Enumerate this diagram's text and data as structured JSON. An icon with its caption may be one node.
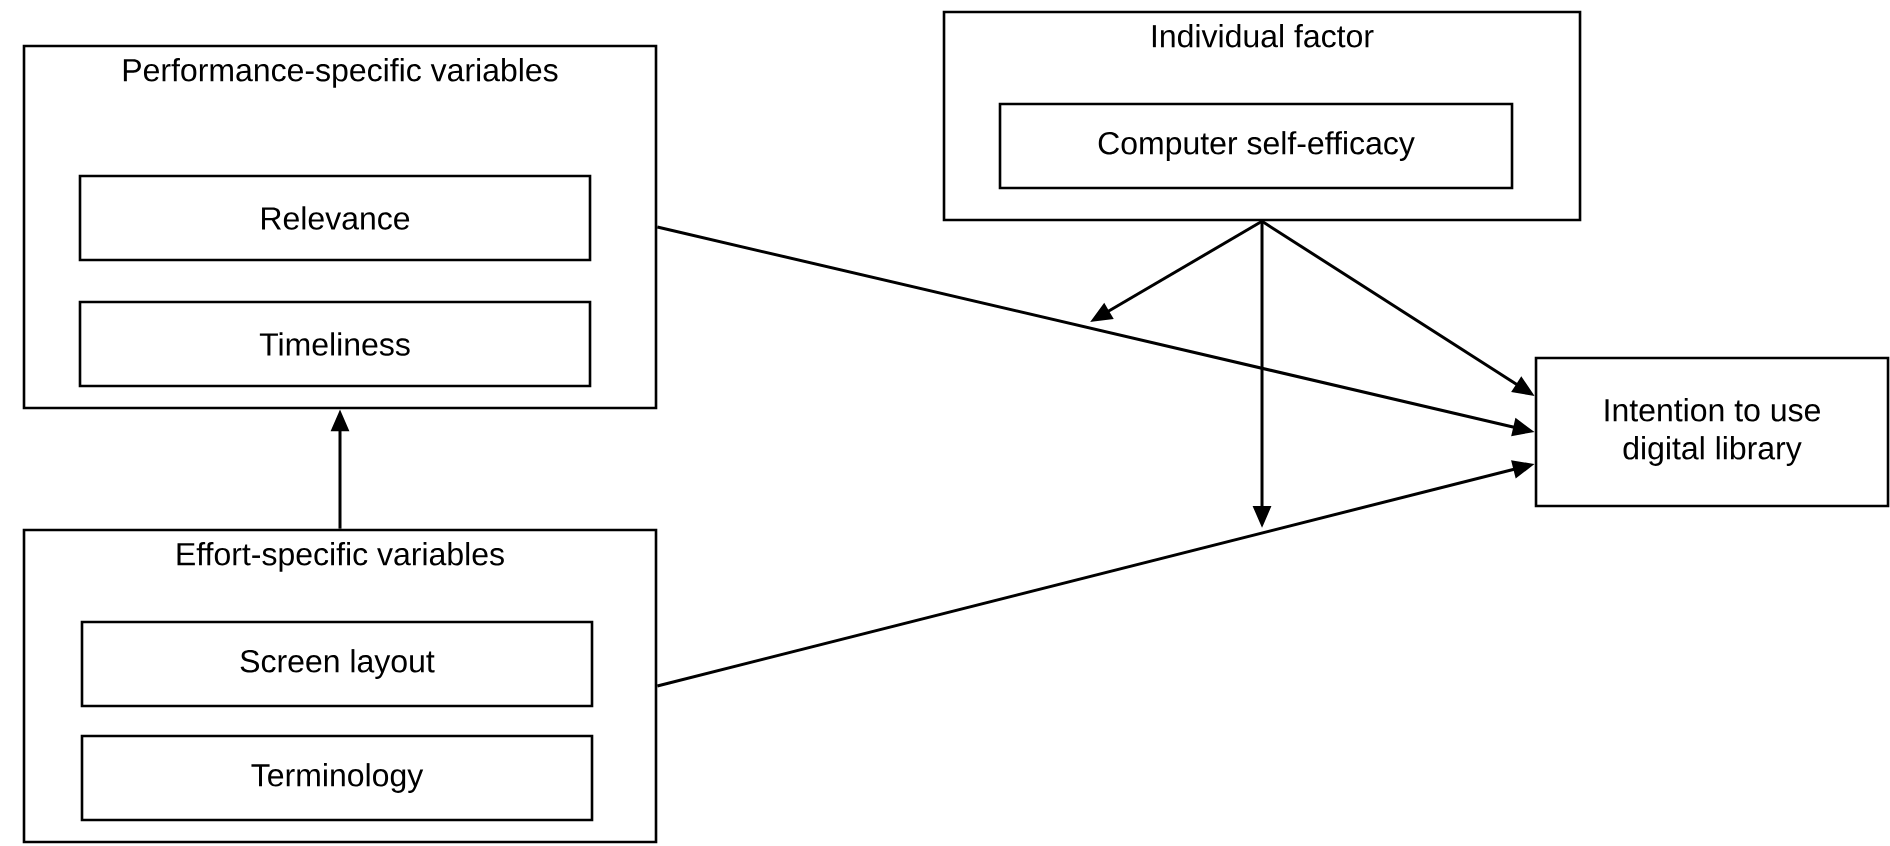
{
  "diagram": {
    "nodes": [
      {
        "text": [
          "Performance-specific variables"
        ]
      },
      {
        "text": [
          "Relevance"
        ],
        "in": 0
      },
      {
        "text": [
          "Timeliness"
        ],
        "in": 0
      },
      {
        "text": [
          "Effort-specific variables"
        ]
      },
      {
        "text": [
          "Screen layout"
        ],
        "in": 3
      },
      {
        "text": [
          "Terminology"
        ],
        "in": 3
      },
      {
        "text": [
          "Individual factor"
        ]
      },
      {
        "text": [
          "Computer self-efficacy"
        ],
        "in": 6
      },
      {
        "text": [
          "Intention to use digital library"
        ]
      }
    ],
    "edges": [
      {
        "from": 3,
        "to": 0,
        "arrow": "to"
      },
      {
        "from": 0,
        "to": 8,
        "arrow": "to"
      },
      {
        "from": 3,
        "to": 8,
        "arrow": "to"
      },
      {
        "from": 6,
        "to": 8,
        "arrow": "to"
      },
      {
        "from": 6,
        "to": null,
        "arrow": "to"
      },
      {
        "from": 6,
        "to": null,
        "arrow": "to"
      }
    ]
  }
}
